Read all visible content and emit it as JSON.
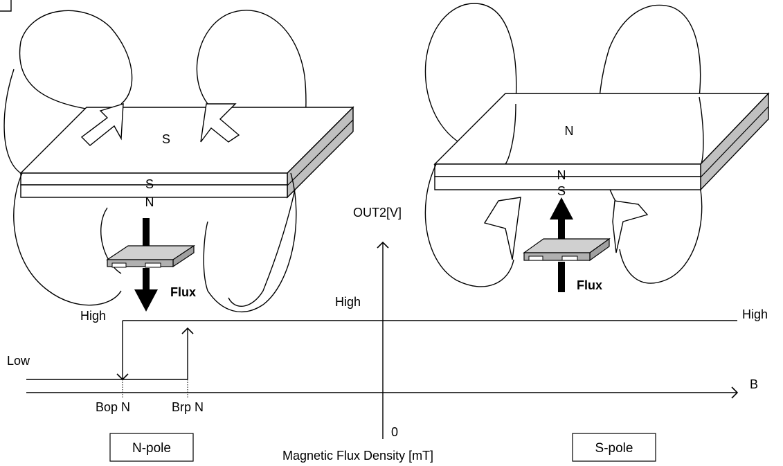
{
  "left_magnet": {
    "top_face_label": "S",
    "upper_layer_label": "S",
    "lower_layer_label": "N",
    "flux_label": "Flux"
  },
  "right_magnet": {
    "top_face_label": "N",
    "upper_layer_label": "N",
    "lower_layer_label": "S",
    "flux_label": "Flux"
  },
  "graph": {
    "y_axis_label": "OUT2[V]",
    "x_axis_label": "B",
    "origin_label": "0",
    "x_axis_title": "Magnetic Flux Density [mT]",
    "high_label_left": "High",
    "high_label_center": "High",
    "high_label_right": "High",
    "low_label": "Low",
    "bop_label": "Bop N",
    "brp_label": "Brp N"
  },
  "pole_boxes": {
    "n_pole": "N-pole",
    "s_pole": "S-pole"
  }
}
